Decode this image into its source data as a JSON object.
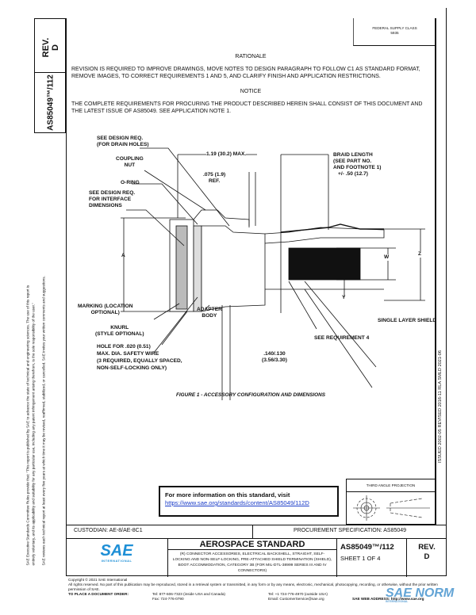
{
  "side_box": {
    "rev_label": "REV.",
    "rev_value": "D",
    "part_number": "AS85049™/112"
  },
  "fsc_box": {
    "line1": "FEDERAL SUPPLY CLASS",
    "line2": "5935"
  },
  "rationale": {
    "heading": "RATIONALE",
    "text": "REVISION IS REQUIRED TO IMPROVE DRAWINGS, MOVE NOTES TO DESIGN PARAGRAPH TO FOLLOW C1 AS STANDARD FORMAT, REMOVE IMAGES, TO CORRECT REQUIREMENTS 1 AND 5, AND CLARIFY FINISH AND APPLICATION RESTRICTIONS."
  },
  "notice": {
    "heading": "NOTICE",
    "text": "THE COMPLETE REQUIREMENTS FOR PROCURING THE PRODUCT DESCRIBED HEREIN SHALL CONSIST OF THIS DOCUMENT AND THE LATEST ISSUE OF AS85049. SEE APPLICATION NOTE 1."
  },
  "figure": {
    "caption": "FIGURE 1 - ACCESSORY CONFIGURATION AND DIMENSIONS",
    "labels": {
      "drain": [
        "SEE DESIGN REQ.",
        "(FOR DRAIN HOLES)"
      ],
      "coupling": [
        "COUPLING",
        "NUT"
      ],
      "oring": "O-RING",
      "interface": [
        "SEE DESIGN REQ.",
        "FOR INTERFACE",
        "DIMENSIONS"
      ],
      "max_len": "1.19 (30.2) MAX.",
      "ref": [
        ".075 (1.9)",
        "REF."
      ],
      "braid": [
        "BRAID LENGTH",
        "(SEE PART NO.",
        "AND FOOTNOTE 1)",
        "+/- .50 (12.7)"
      ],
      "dim_a": "A",
      "dim_w": "W",
      "dim_z": "Z",
      "dim_y": "Y",
      "marking": [
        "MARKING (LOCATION",
        "OPTIONAL)"
      ],
      "adapter": [
        "ADAPTER",
        "BODY"
      ],
      "knurl": [
        "KNURL",
        "(STYLE OPTIONAL)"
      ],
      "hole": [
        "HOLE FOR .020 (0.51)",
        "MAX. DIA. SAFETY WIRE",
        "(3 REQUIRED, EQUALLY SPACED,",
        "NON-SELF-LOCKING ONLY)"
      ],
      "shield": "SINGLE LAYER SHIELD",
      "req4": "SEE REQUIREMENT 4",
      "gap": [
        ".140/.130",
        "(3.56/3.30)"
      ]
    }
  },
  "info_box": {
    "text": "For more information on this standard, visit",
    "link": "https://www.sae.org/standards/content/AS85049/112D"
  },
  "projection": {
    "label": "THIRD ANGLE PROJECTION"
  },
  "right_margin": "ISSUED 2002-05    REVISED 2016-11    RLA    SMLD 2021-06",
  "left_margin": {
    "line1": "SAE Executive Standards Committee Rules provide that: \"This report is published by SAE to advance the state of technical and engineering sciences. The use of this report is",
    "line2": "entirely voluntary, and its applicability and suitability for any particular use, including any patent infringement arising therefrom, is the sole responsibility of the user.\"",
    "line3": "SAE reviews each technical report at least every five years at which time it may be revised, reaffirmed, stabilized, or cancelled. SAE invites your written comments and suggestions."
  },
  "title_block": {
    "custodian": "CUSTODIAN: AE-8/AE-8C1",
    "procurement": "PROCUREMENT SPECIFICATION: AS85049",
    "logo_text": "SAE",
    "logo_sub": "INTERNATIONAL",
    "heading": "AEROSPACE STANDARD",
    "description": "(R) CONNECTOR ACCESSORIES, ELECTRICAL BACKSHELL, STRAIGHT, SELF-LOCKING AND NON-SELF-LOCKING, PRE-ATTACHED SHIELD TERMINATION (SHIELD), BOOT ACCOMMODATION, CATEGORY 3B (FOR MIL-DTL-38999 SERIES III AND IV CONNECTORS)",
    "part_number": "AS85049™/112",
    "sheet": "SHEET 1 OF 4",
    "rev_label": "REV.",
    "rev_value": "D"
  },
  "footer": {
    "copyright": "Copyright © 2021 SAE International",
    "rights": "All rights reserved. No part of this publication may be reproduced, stored in a retrieval system or transmitted, in any form or by any means, electronic, mechanical, photocopying, recording, or otherwise, without the prior written permission of SAE.",
    "order": "TO PLACE A DOCUMENT ORDER:",
    "tel1": "Tel: 877-606-7323 (inside USA and Canada)",
    "fax": "Fax: 724-776-0790",
    "tel2": "Tel: +1 724-776-4970 (outside USA)",
    "email": "Email: CustomerService@sae.org",
    "web": "SAE WEB ADDRESS: http://www.sae.org"
  },
  "watermark": {
    "text": "SAE NORM",
    "sub": "INTERNATIONAL"
  },
  "colors": {
    "sae_blue": "#1e8fd6",
    "link": "#1a3cc8"
  }
}
